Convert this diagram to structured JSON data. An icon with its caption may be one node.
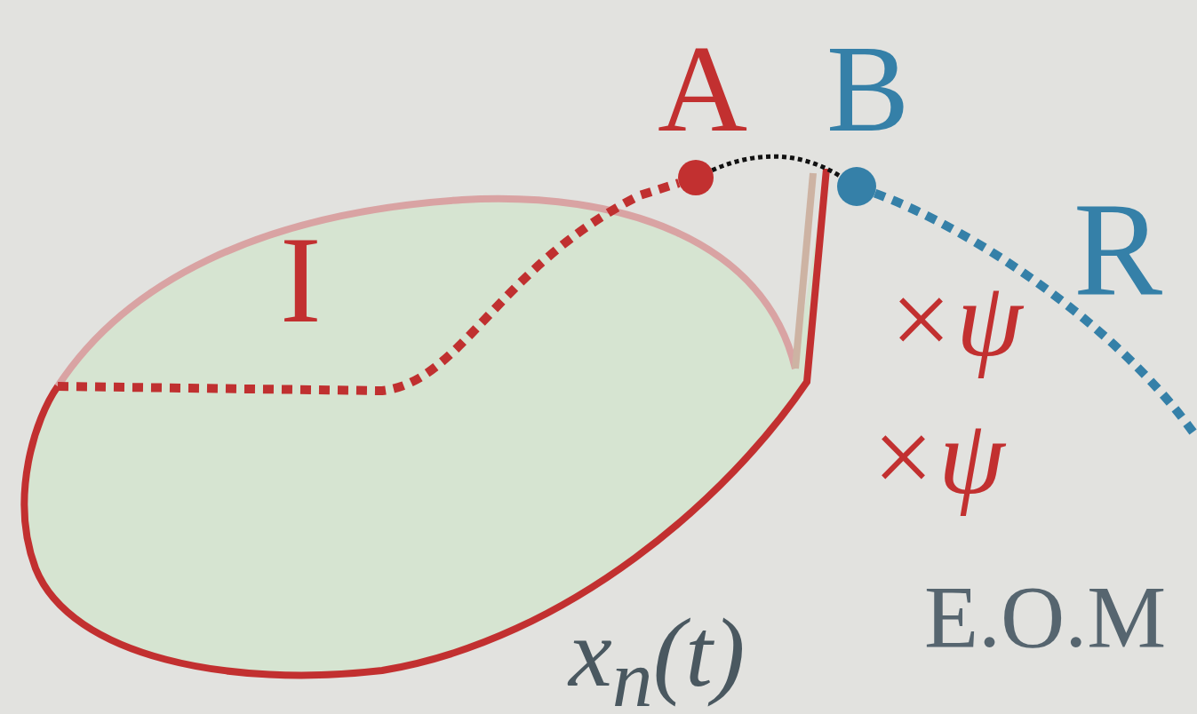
{
  "diagram": {
    "nodes": [
      {
        "text": [],
        "shape": "circle",
        "beside": [
          "A"
        ]
      },
      {
        "text": [],
        "shape": "circle",
        "beside": [
          "B"
        ]
      }
    ],
    "edges": [
      {
        "from": null,
        "to": 0,
        "arrow": "none",
        "style": "dashed",
        "color": "#c03030"
      },
      {
        "from": 0,
        "to": 1,
        "arrow": "none",
        "style": "dashed",
        "color": "#111111"
      },
      {
        "from": 1,
        "to": null,
        "arrow": "none",
        "style": "dashed",
        "color": "#3580a8"
      }
    ],
    "labels": [
      "I",
      "R",
      "×ψ",
      "×ψ",
      "E.O.M",
      "x$_{n}$(t)"
    ]
  }
}
